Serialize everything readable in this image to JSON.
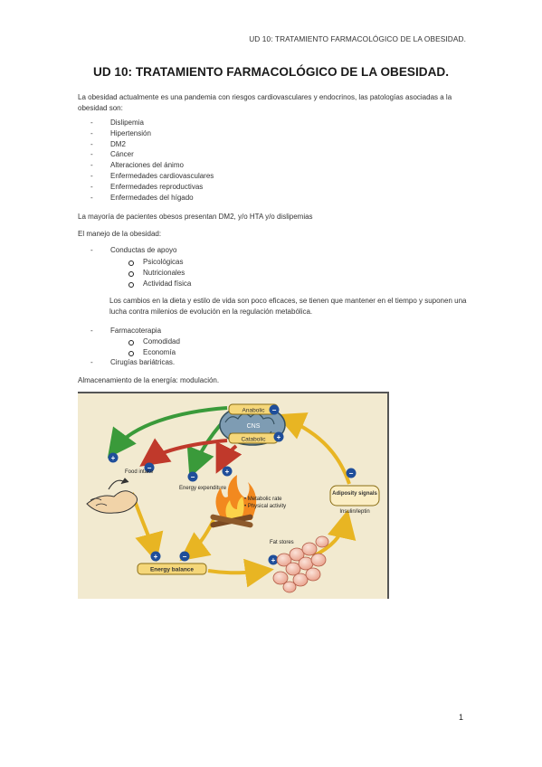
{
  "header": "UD 10: TRATAMIENTO FARMACOLÓGICO DE LA OBESIDAD.",
  "title": "UD 10: TRATAMIENTO FARMACOLÓGICO DE LA OBESIDAD.",
  "intro": "La obesidad actualmente es una pandemia con riesgos cardiovasculares y endocrinos, las patologías asociadas a la obesidad son:",
  "pathologies": [
    "Dislipemia",
    "Hipertensión",
    "DM2",
    "Cáncer",
    "Alteraciones del ánimo",
    "Enfermedades cardiovasculares",
    "Enfermedades reproductivas",
    "Enfermedades del hígado"
  ],
  "majority": "La mayoría de pacientes obesos presentan DM2, y/o HTA y/o dislipemias",
  "management_label": "El manejo de la obesidad:",
  "support": {
    "label": "Conductas de apoyo",
    "items": [
      "Psicológicas",
      "Nutricionales",
      "Actividad física"
    ],
    "paragraph": "Los cambios en la dieta y estilo de vida son poco eficaces, se tienen que mantener en el tiempo y suponen una lucha contra milenios de evolución en la regulación metabólica."
  },
  "pharma": {
    "label": "Farmacoterapia",
    "items": [
      "Comodidad",
      "Economía"
    ]
  },
  "surgery": "Cirugías bariátricas.",
  "storage_label": "Almacenamiento de la energía: modulación.",
  "figure": {
    "anabolic": "Anabolic",
    "cns": "CNS",
    "catabolic": "Catabolic",
    "food_intake": "Food intake",
    "energy_expenditure": "Energy expenditure",
    "metabolic_rate": "• Metabolic rate",
    "physical_activity": "• Physical activity",
    "energy_balance": "Energy balance",
    "fat_stores": "Fat stores",
    "adiposity_signals": "Adiposity signals",
    "insulin_leptin": "Insulin/leptin",
    "plus": "+",
    "minus": "−"
  },
  "page_number": "1"
}
